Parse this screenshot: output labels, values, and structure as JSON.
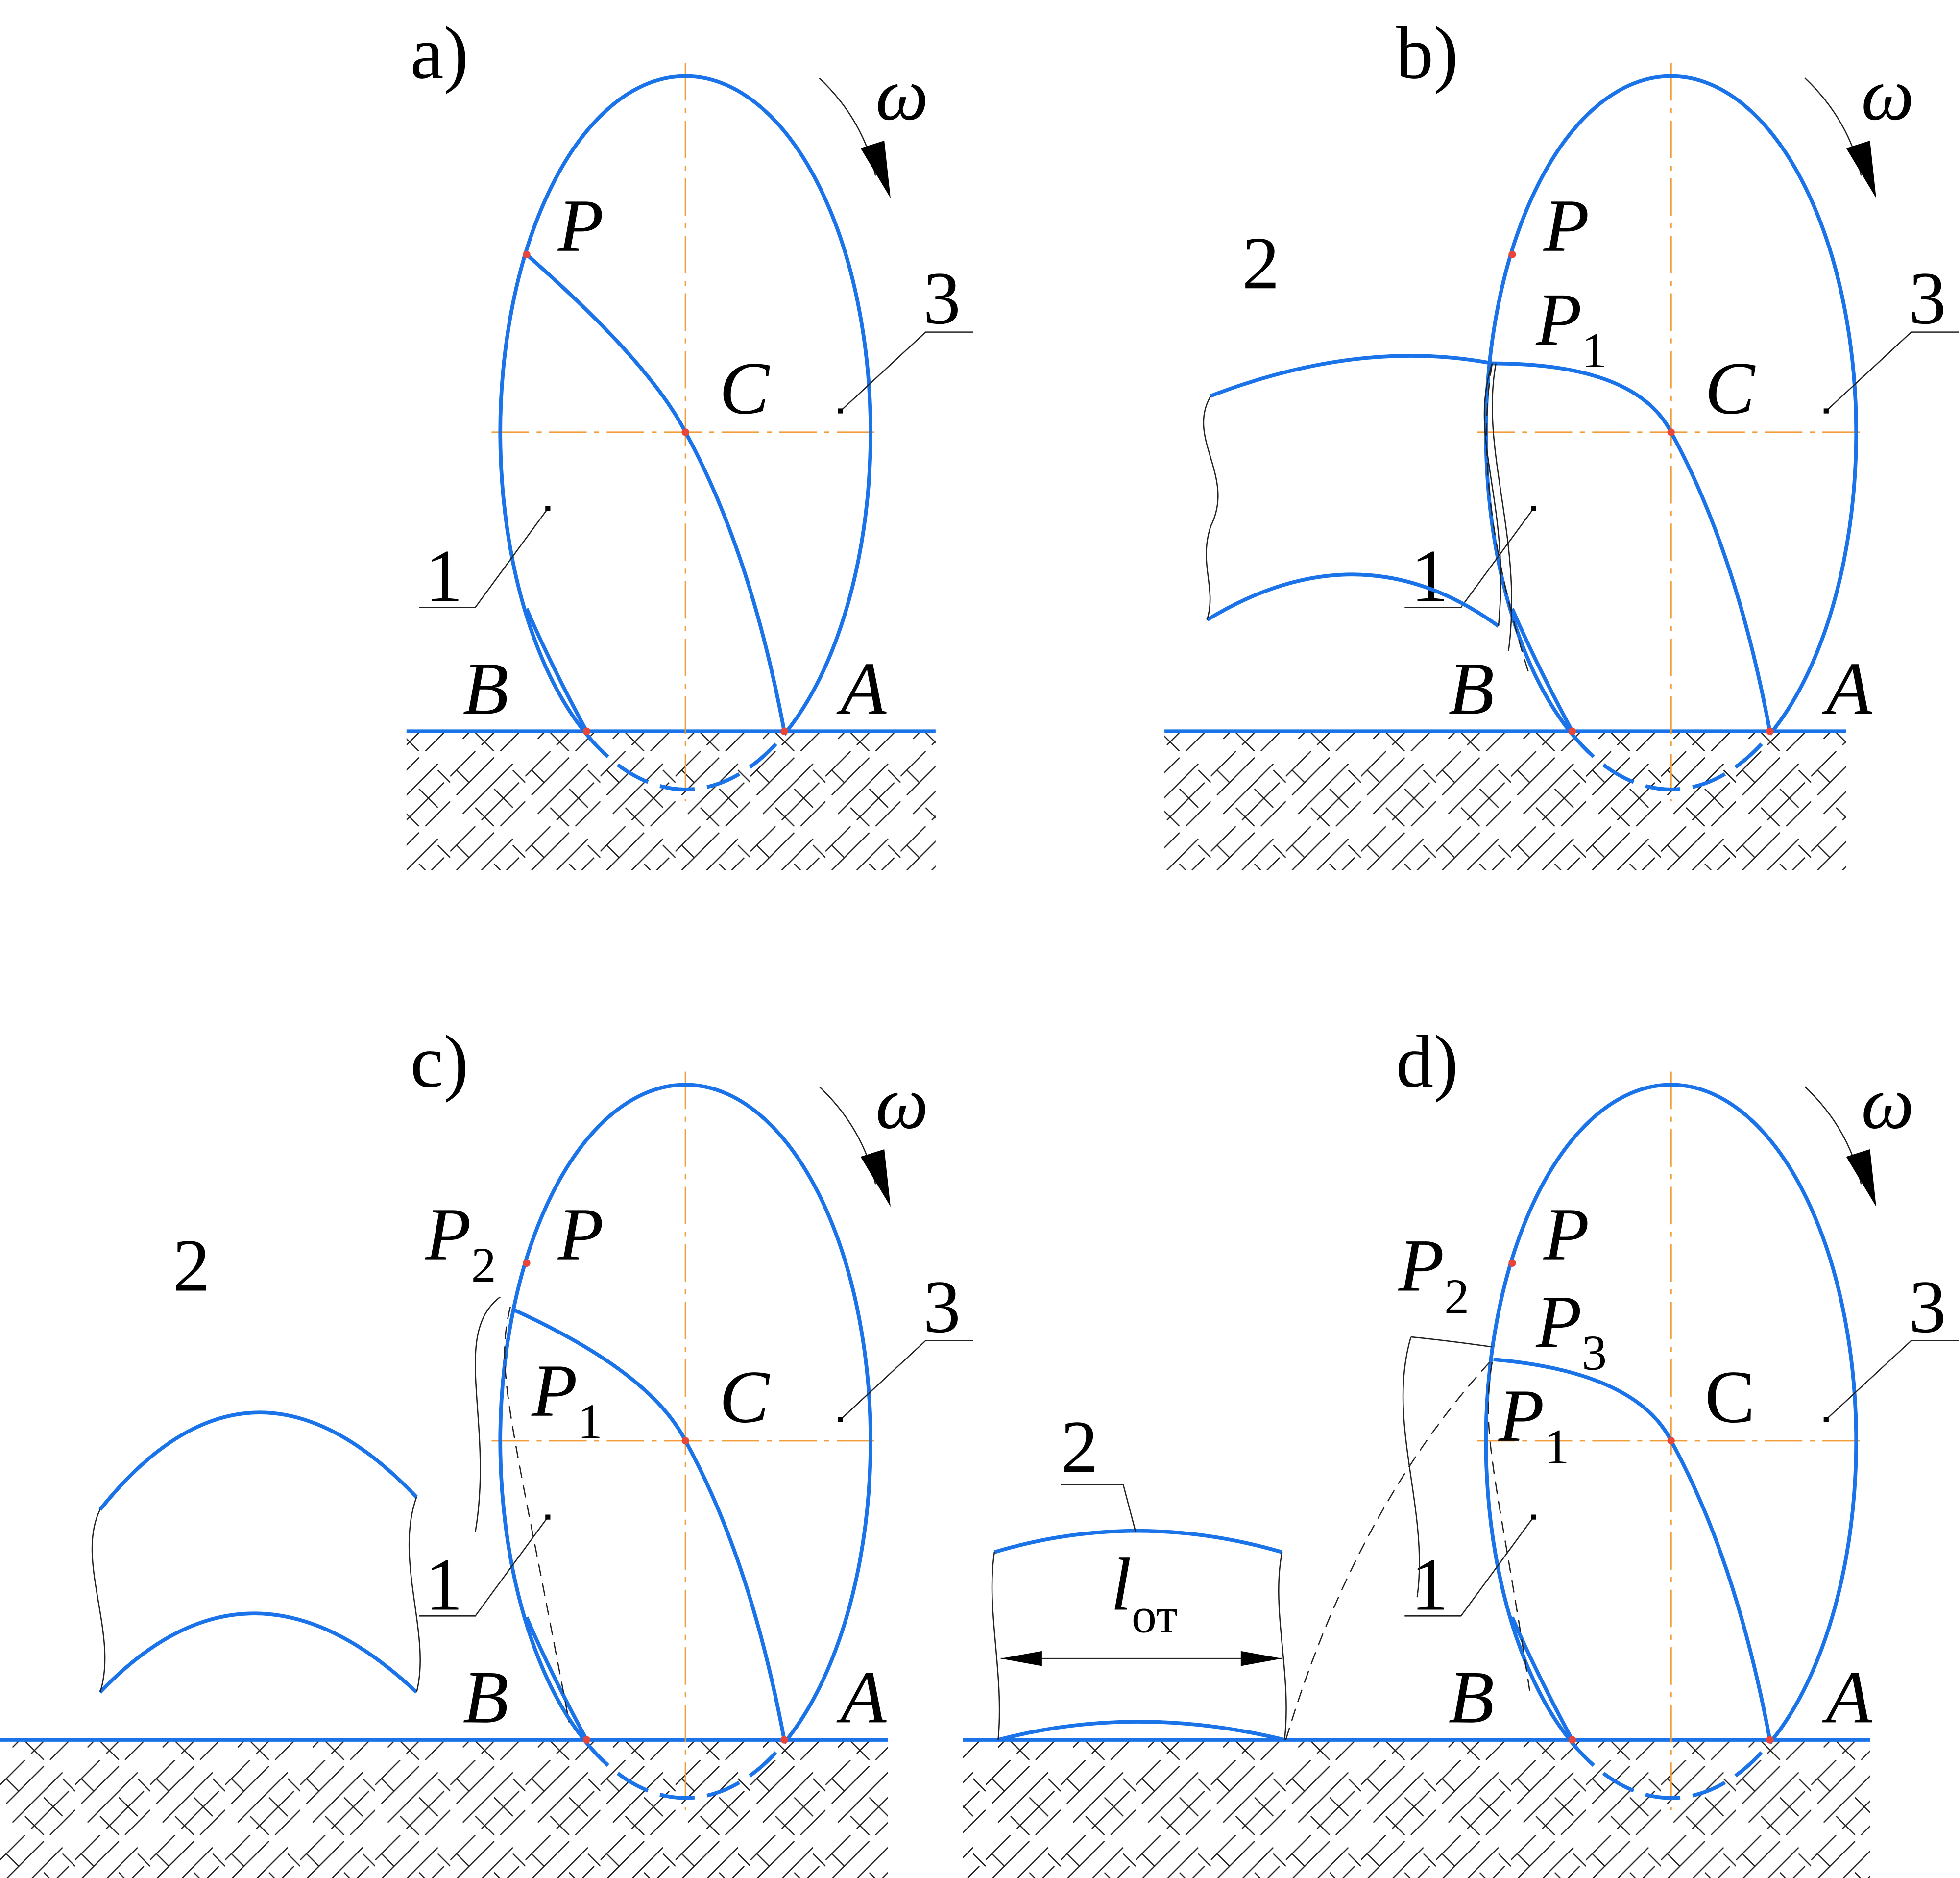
{
  "panels": [
    {
      "label": "a)"
    },
    {
      "label": "b)"
    },
    {
      "label": "c)"
    },
    {
      "label": "d)"
    }
  ],
  "text": {
    "omega": "ω",
    "P": "P",
    "C": "C",
    "C_upright": "C",
    "A": "A",
    "B": "B",
    "one": "1",
    "two": "2",
    "three": "3",
    "sub1": "1",
    "sub2": "2",
    "sub3": "3",
    "l": "l",
    "l_sub": "от"
  },
  "colors": {
    "contour": "#1a73e8",
    "axis": "#f39c3a",
    "point": "#e8463a"
  }
}
